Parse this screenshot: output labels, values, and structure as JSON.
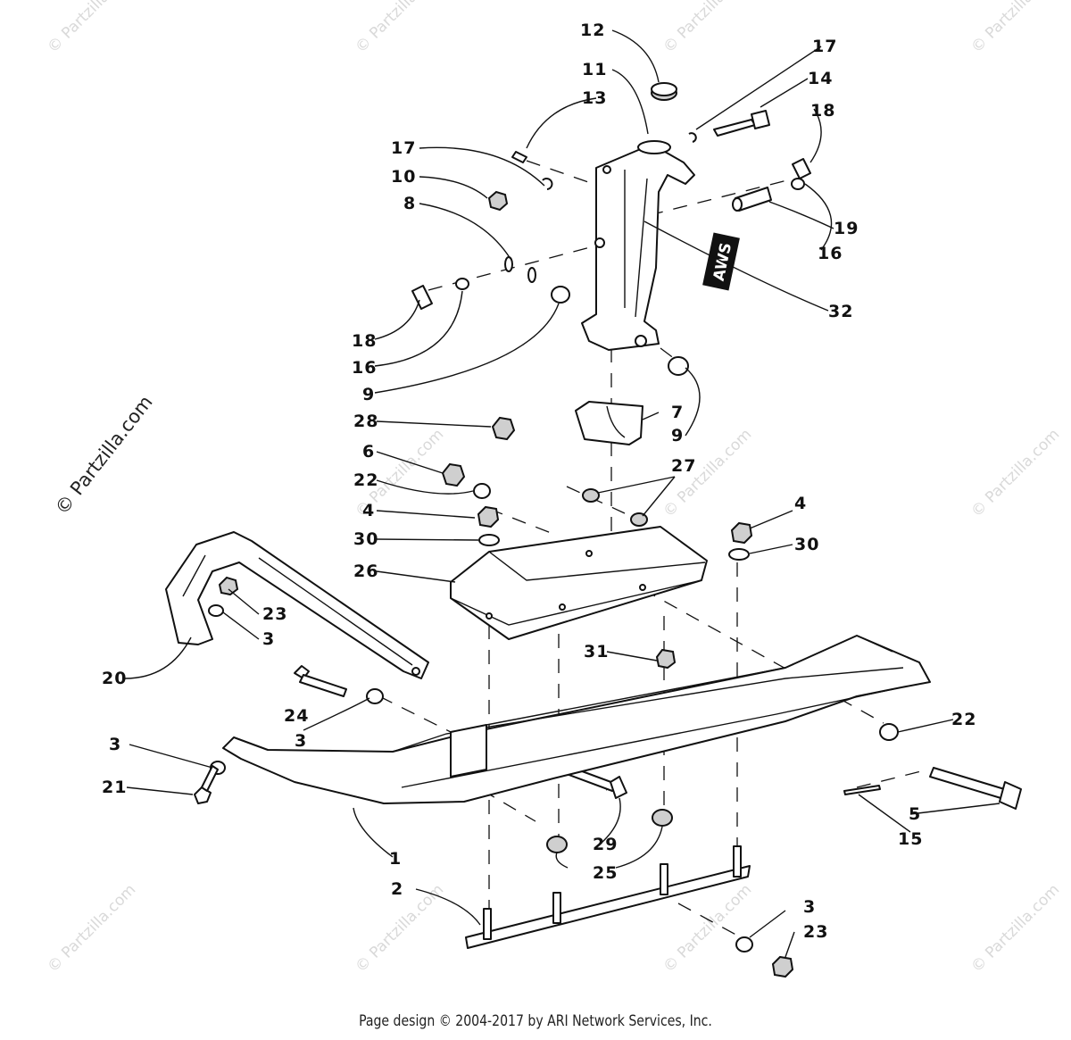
{
  "footer": "Page design © 2004-2017 by ARI Network Services, Inc.",
  "watermark": {
    "small": "© Partzilla.com",
    "large": "© Partzilla.com"
  },
  "decal_text": "AWS",
  "callouts": {
    "c12": "12",
    "c11": "11",
    "c17a": "17",
    "c14": "14",
    "c13": "13",
    "c18a": "18",
    "c17b": "17",
    "c10": "10",
    "c8": "8",
    "c19": "19",
    "c16a": "16",
    "c32": "32",
    "c18b": "18",
    "c16b": "16",
    "c9a": "9",
    "c7": "7",
    "c9b": "9",
    "c28": "28",
    "c6": "6",
    "c27": "27",
    "c22a": "22",
    "c4a": "4",
    "c4b": "4",
    "c30a": "30",
    "c30b": "30",
    "c26": "26",
    "c23a": "23",
    "c3a": "3",
    "c20": "20",
    "c31": "31",
    "c24": "24",
    "c3b": "3",
    "c22b": "22",
    "c3c": "3",
    "c21": "21",
    "c29": "29",
    "c5": "5",
    "c15": "15",
    "c1": "1",
    "c25": "25",
    "c2": "2",
    "c3d": "3",
    "c23b": "23"
  }
}
